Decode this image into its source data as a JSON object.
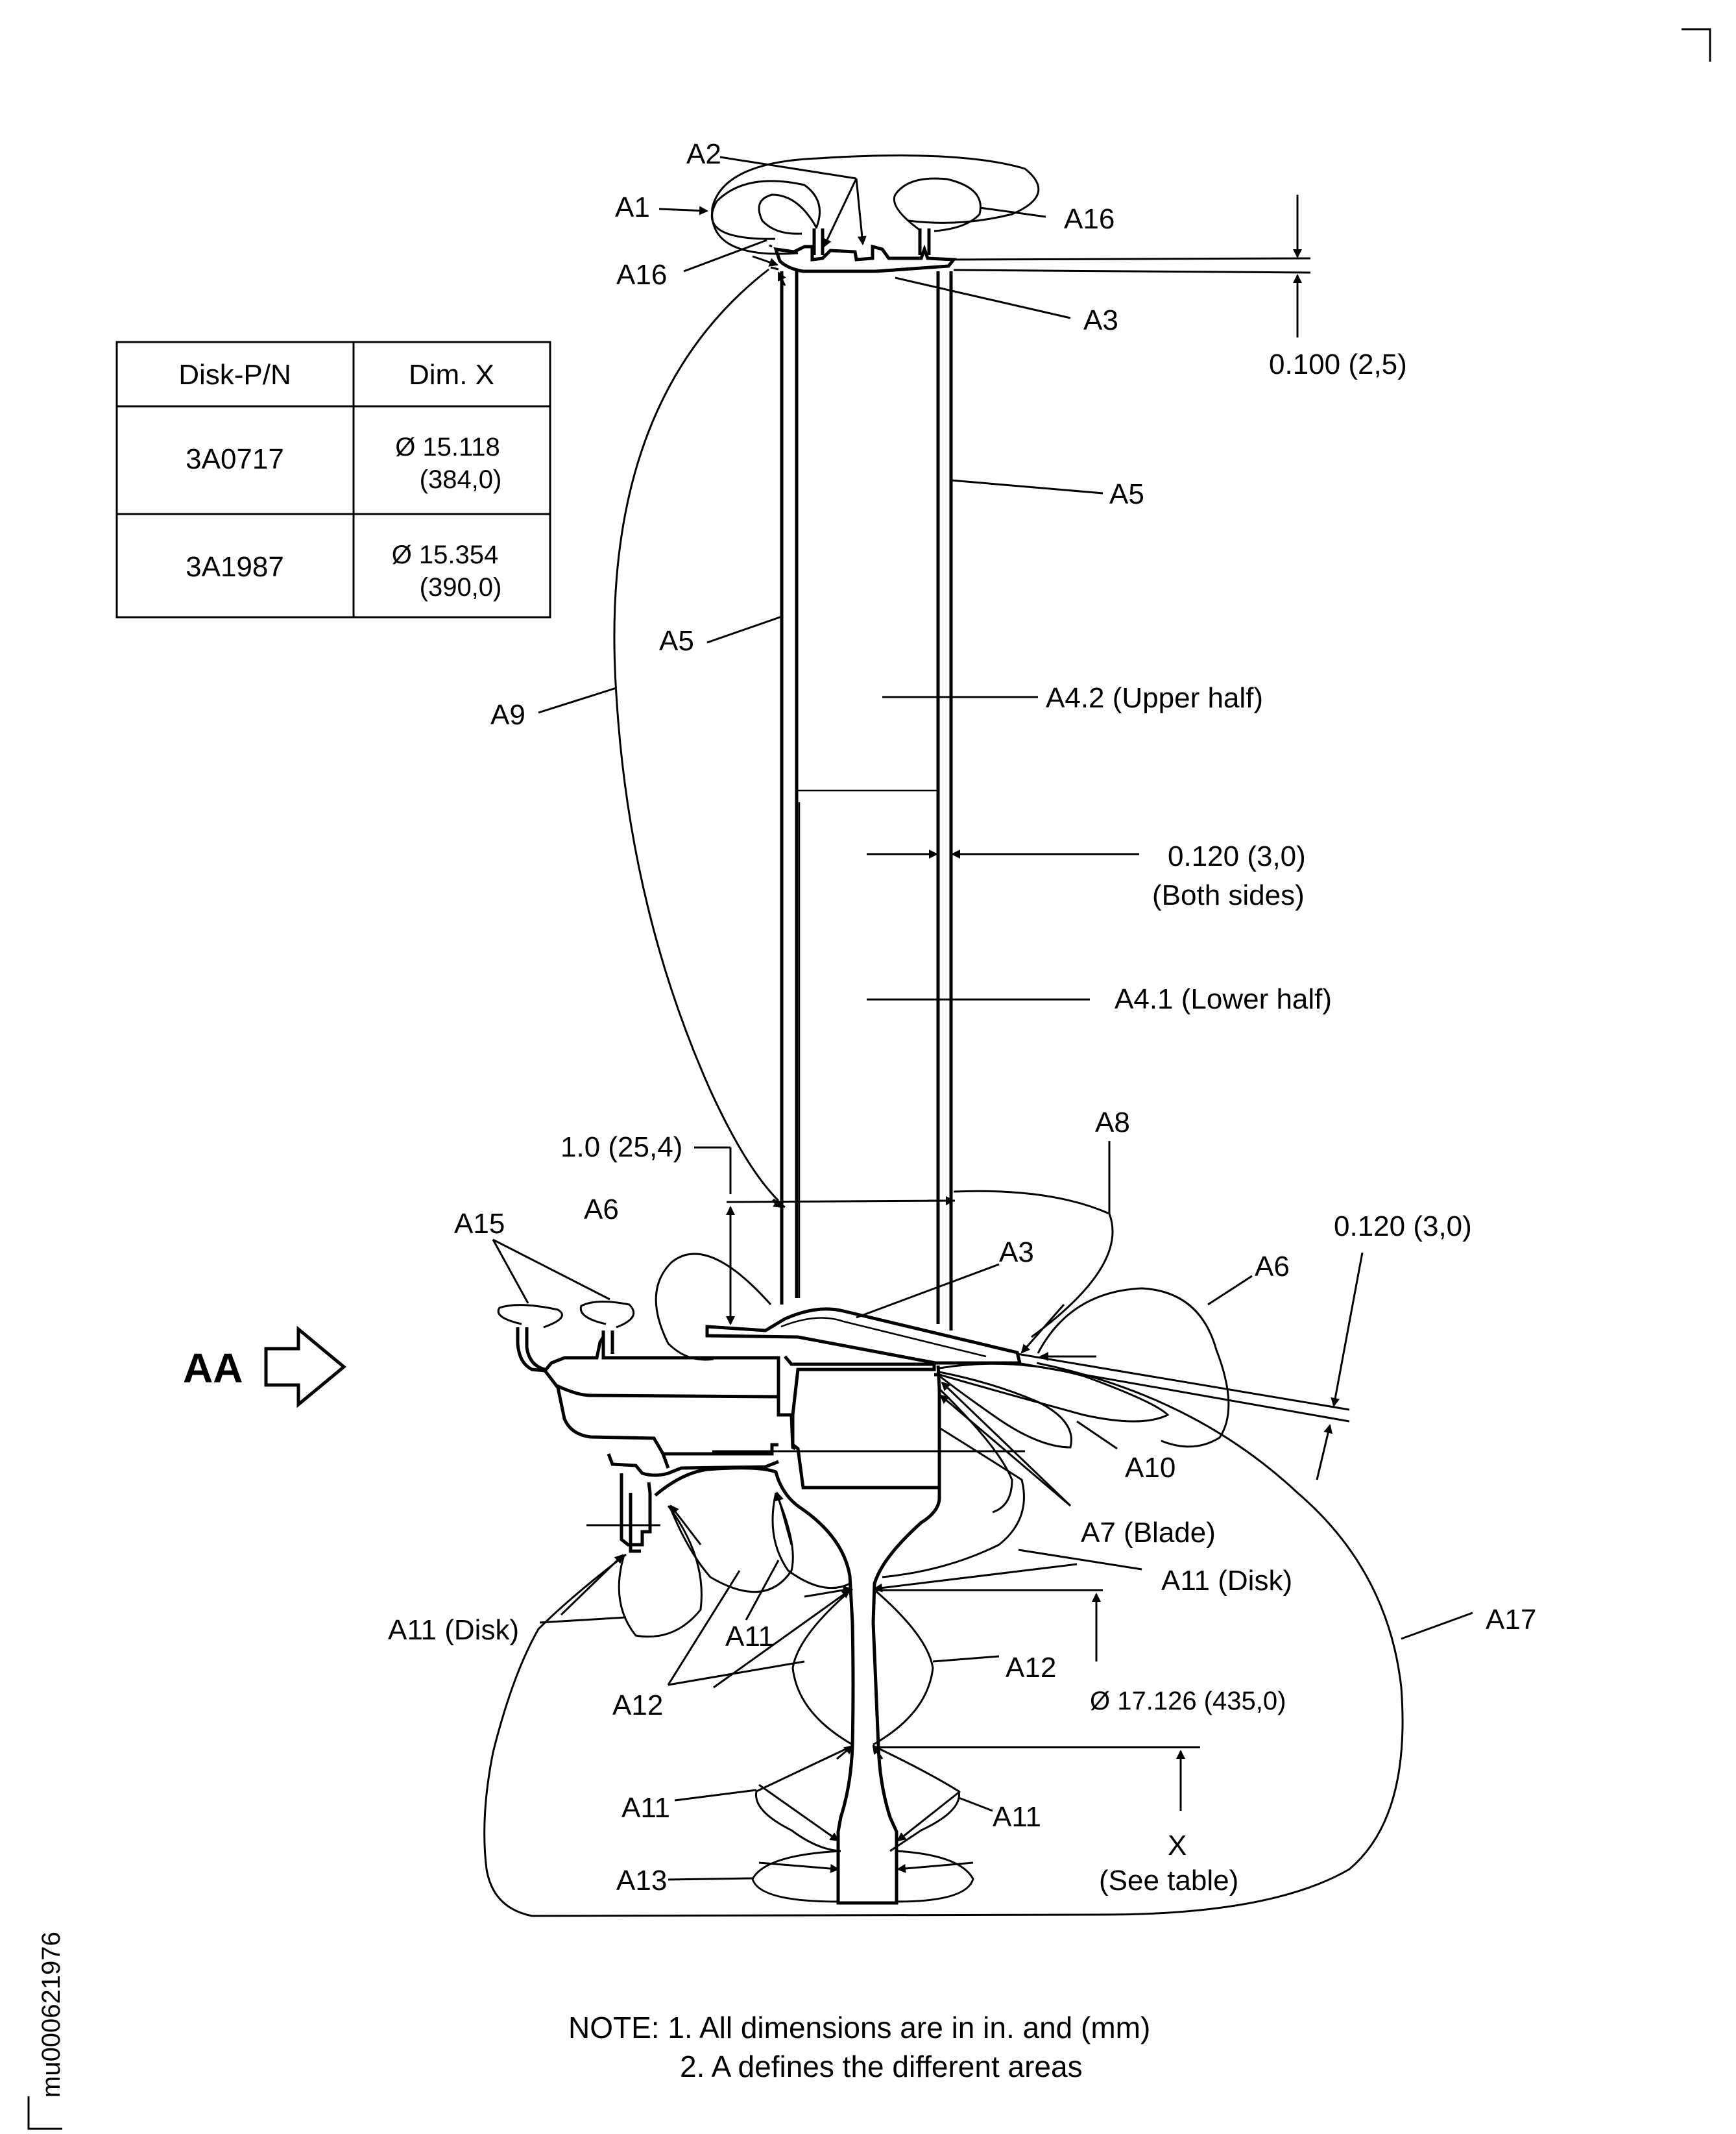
{
  "table": {
    "headers": [
      "Disk-P/N",
      "Dim. X"
    ],
    "rows": [
      {
        "pn": "3A0717",
        "dim": "Ø 15.118",
        "dim_mm": "(384,0)"
      },
      {
        "pn": "3A1987",
        "dim": "Ø 15.354",
        "dim_mm": "(390,0)"
      }
    ]
  },
  "labels": {
    "a1": "A1",
    "a2": "A2",
    "a16_left": "A16",
    "a16_right": "A16",
    "a3_top": "A3",
    "a5_right": "A5",
    "a5_left": "A5",
    "a9": "A9",
    "a4_2": "A4.2 (Upper half)",
    "a4_1": "A4.1 (Lower half)",
    "a8": "A8",
    "a6_left": "A6",
    "a6_right": "A6",
    "a3_low": "A3",
    "a15": "A15",
    "a10": "A10",
    "a7": "A7 (Blade)",
    "a11_disk_left": "A11 (Disk)",
    "a11_disk_right": "A11 (Disk)",
    "a17": "A17",
    "a11_mid": "A11",
    "a12_left": "A12",
    "a12_right": "A12",
    "a11_low_left": "A11",
    "a11_low_right": "A11",
    "a13": "A13",
    "aa": "AA"
  },
  "dimensions": {
    "top_gap": "0.100 (2,5)",
    "wall": "0.120 (3,0)",
    "wall_note": "(Both sides)",
    "height": "1.0 (25,4)",
    "platform": "0.120 (3,0)",
    "dia": "Ø 17.126 (435,0)",
    "x": "X",
    "x_note": "(See table)"
  },
  "notes": {
    "line1": "NOTE: 1. All dimensions are in in. and (mm)",
    "line2": "2. A defines the different areas"
  },
  "figure_id": "mu000621976"
}
